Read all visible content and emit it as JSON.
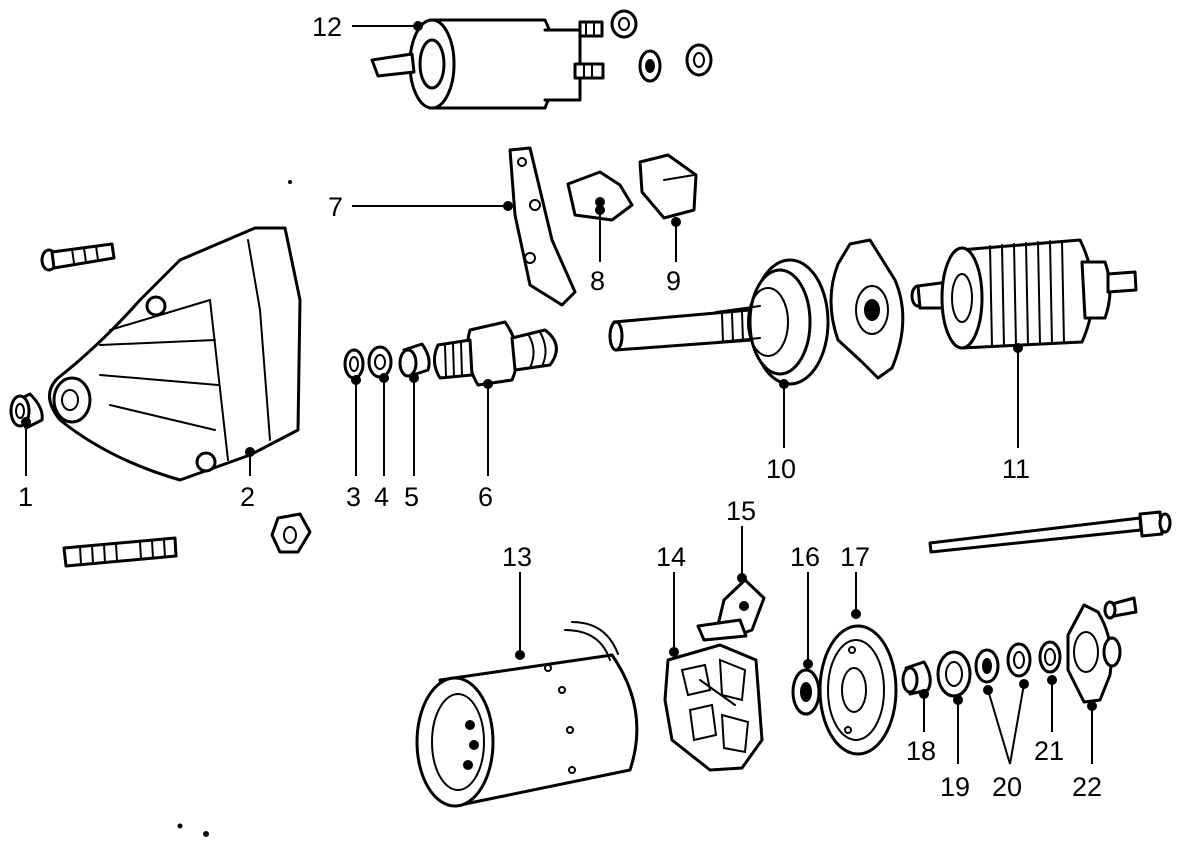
{
  "labels": {
    "p1": "1",
    "p2": "2",
    "p3": "3",
    "p4": "4",
    "p5": "5",
    "p6": "6",
    "p7": "7",
    "p8": "8",
    "p9": "9",
    "p10": "10",
    "p11": "11",
    "p12": "12",
    "p13": "13",
    "p14": "14",
    "p15": "15",
    "p16": "16",
    "p17": "17",
    "p18": "18",
    "p19": "19",
    "p20": "20",
    "p21": "21",
    "p22": "22"
  }
}
